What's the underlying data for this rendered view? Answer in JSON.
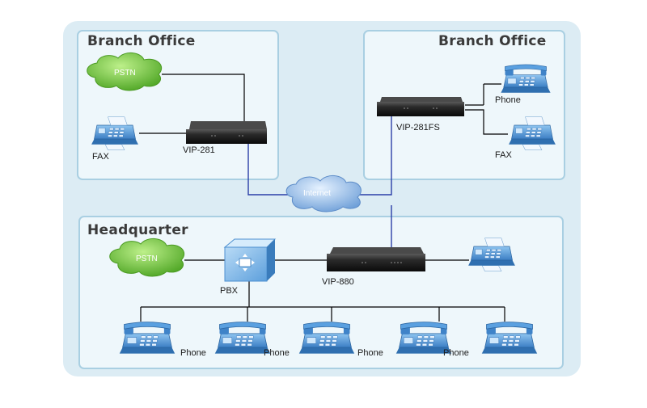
{
  "sections": {
    "branch_left": "Branch Office",
    "branch_right": "Branch Office",
    "headquarter": "Headquarter"
  },
  "clouds": {
    "pstn_branch": "PSTN",
    "internet": "Internet",
    "pstn_hq": "PSTN"
  },
  "devices": {
    "vip281": "VIP-281",
    "vip281fs": "VIP-281FS",
    "vip880": "VIP-880",
    "pbx": "PBX"
  },
  "endpoints": {
    "fax_branch": "FAX",
    "phone_branch": "Phone",
    "fax_branch_right": "FAX",
    "phone_hq_1": "Phone",
    "phone_hq_2": "Phone",
    "phone_hq_3": "Phone",
    "phone_hq_4": "Phone"
  },
  "colors": {
    "panel_outer": "#dcecf4",
    "panel_inner": "#eef7fb",
    "panel_border": "#a9cfe2",
    "cloud_green": "#6fc43c",
    "cloud_blue": "#8fb9e6",
    "device_blue": "#4c8fd0",
    "router_black": "#1c1c1c",
    "line_black": "#000000",
    "line_blue": "#2b3fa8"
  }
}
